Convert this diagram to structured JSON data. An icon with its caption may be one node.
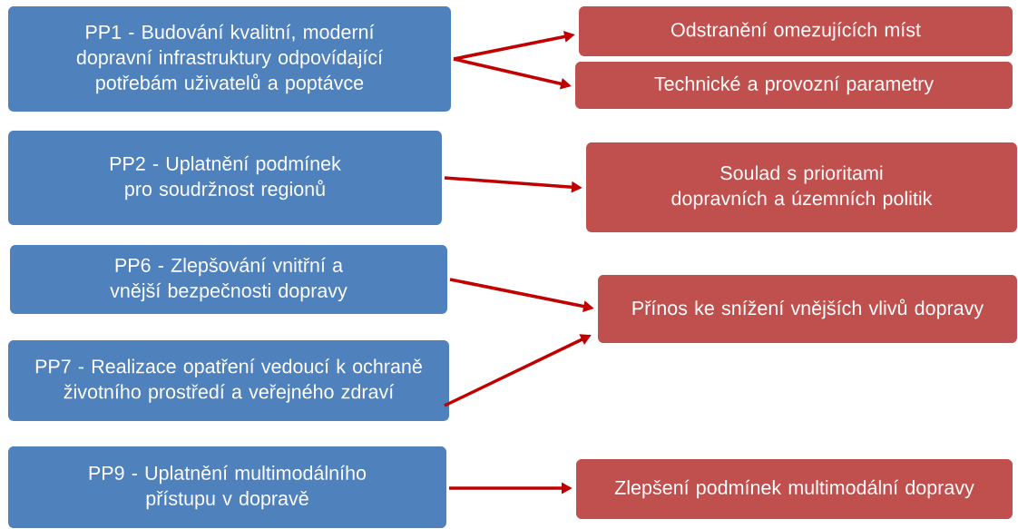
{
  "diagram": {
    "nodes": [
      {
        "text": [
          "PP1  - Budování kvalitní, moderní dopravní infrastruktury odpovídající potřebám uživatelů a poptávce"
        ]
      },
      {
        "text": [
          "Odstranění omezujících míst"
        ]
      },
      {
        "text": [
          "Technické a provozní parametry"
        ]
      },
      {
        "text": [
          "PP2 - Uplatnění podmínek pro soudržnost regionů"
        ]
      },
      {
        "text": [
          "Soulad s prioritami dopravních a územních politik"
        ]
      },
      {
        "text": [
          "PP6 - Zlepšování vnitřní a vnější bezpečnosti dopravy"
        ]
      },
      {
        "text": [
          "Přínos ke snížení vnějších vlivů dopravy"
        ]
      },
      {
        "text": [
          "PP7 - Realizace opatření vedoucí k ochraně životního prostředí a veřejného zdraví"
        ]
      },
      {
        "text": [
          "PP9 - Uplatnění multimodálního přístupu v dopravě"
        ]
      },
      {
        "text": [
          "Zlepšení podmínek multimodální dopravy"
        ]
      }
    ],
    "edges": [
      {
        "from": 0,
        "to": 1,
        "arrow": "to"
      },
      {
        "from": 0,
        "to": 2,
        "arrow": "to"
      },
      {
        "from": 3,
        "to": 4,
        "arrow": "to"
      },
      {
        "from": 5,
        "to": 6,
        "arrow": "to"
      },
      {
        "from": 7,
        "to": 6,
        "arrow": "to"
      },
      {
        "from": 8,
        "to": 9,
        "arrow": "to"
      }
    ]
  }
}
